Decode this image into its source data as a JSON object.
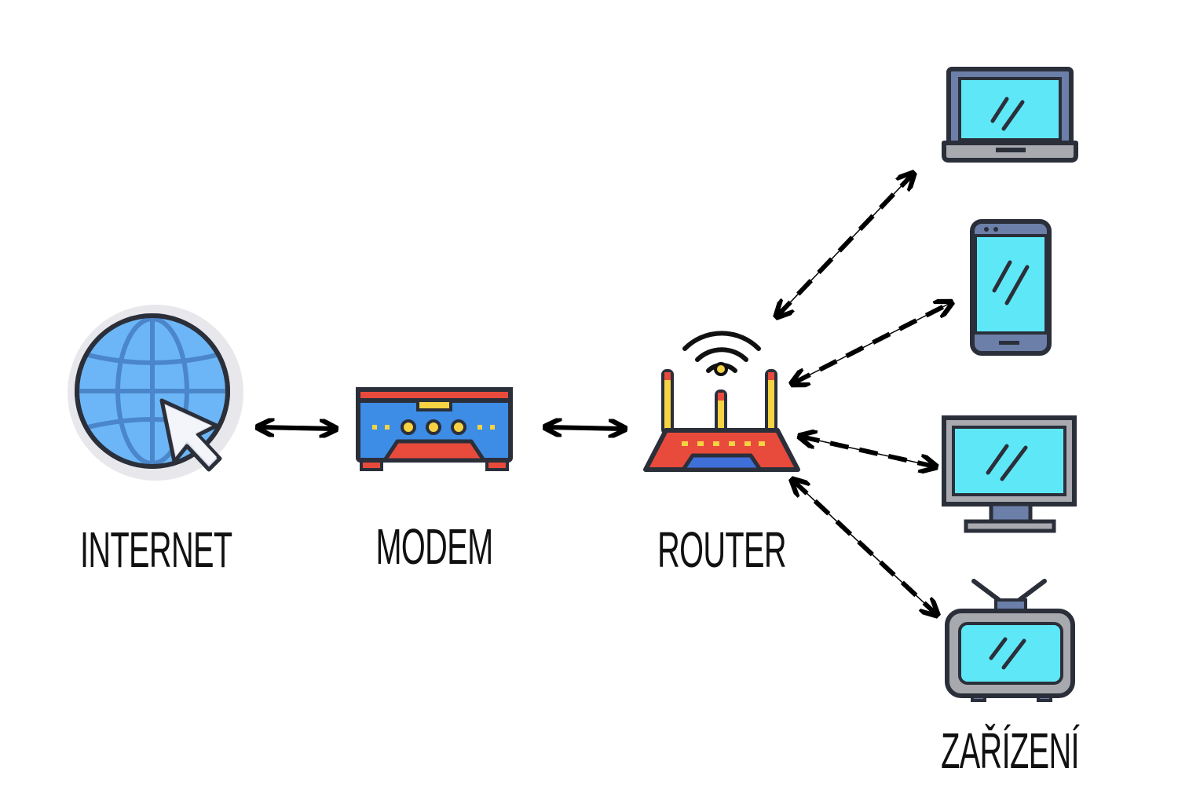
{
  "labels": {
    "internet": "INTERNET",
    "modem": "MODEM",
    "router": "ROUTER",
    "devices": "ZAŘÍZENÍ"
  },
  "icons": {
    "internet": "globe-cursor-icon",
    "modem": "modem-icon",
    "router": "wifi-router-icon",
    "laptop": "laptop-icon",
    "phone": "smartphone-icon",
    "monitor": "monitor-icon",
    "tv": "retro-tv-icon"
  },
  "connections": [
    {
      "from": "internet",
      "to": "modem",
      "style": "solid",
      "direction": "both"
    },
    {
      "from": "modem",
      "to": "router",
      "style": "solid",
      "direction": "both"
    },
    {
      "from": "router",
      "to": "laptop",
      "style": "dashed",
      "direction": "both"
    },
    {
      "from": "router",
      "to": "phone",
      "style": "dashed",
      "direction": "both"
    },
    {
      "from": "router",
      "to": "monitor",
      "style": "dashed",
      "direction": "both"
    },
    {
      "from": "router",
      "to": "tv",
      "style": "dashed",
      "direction": "both"
    }
  ],
  "colors": {
    "outline": "#2b2f3a",
    "globe": "#6cb6f7",
    "globe_lines": "#4a86c9",
    "screen": "#5ee8f7",
    "device_frame": "#6b7fa8",
    "modem_body": "#3d8ce6",
    "modem_top": "#e84b3c",
    "modem_accent": "#f5d342",
    "router_body": "#e84b3c",
    "router_base": "#3f6fd8",
    "antenna": "#f5d342",
    "monitor_frame": "#a9aab0",
    "tv_frame": "#a8a9ae",
    "arrow": "#000000"
  }
}
